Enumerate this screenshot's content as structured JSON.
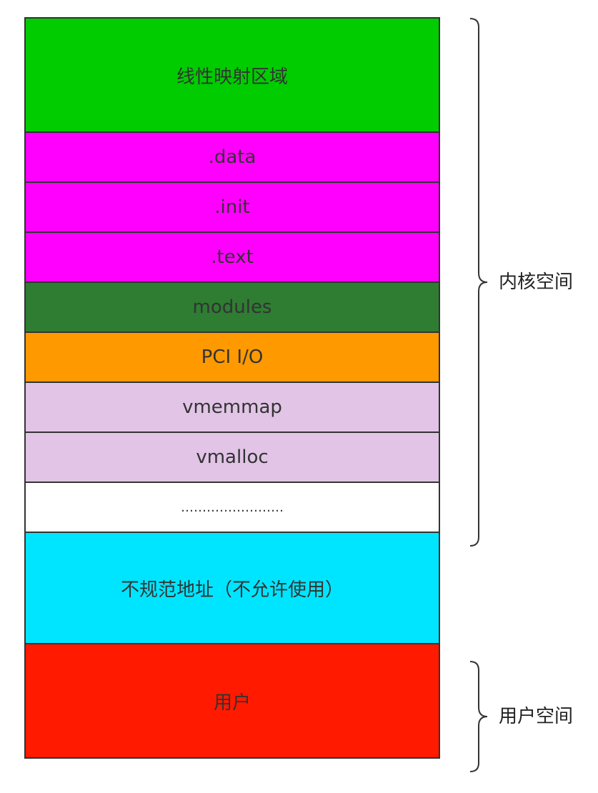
{
  "diagram": {
    "regions": [
      {
        "id": "linear-map",
        "label": "线性映射区域",
        "color": "#00CC00",
        "text_color": "#333333"
      },
      {
        "id": "data",
        "label": ".data",
        "color": "#FF00FF",
        "text_color": "#333333"
      },
      {
        "id": "init",
        "label": ".init",
        "color": "#FF00FF",
        "text_color": "#333333"
      },
      {
        "id": "text",
        "label": ".text",
        "color": "#FF00FF",
        "text_color": "#333333"
      },
      {
        "id": "modules",
        "label": "modules",
        "color": "#2E7D32",
        "text_color": "#333333"
      },
      {
        "id": "pci-io",
        "label": "PCI I/O",
        "color": "#FF9900",
        "text_color": "#333333"
      },
      {
        "id": "vmemmap",
        "label": "vmemmap",
        "color": "#E1C4E6",
        "text_color": "#333333"
      },
      {
        "id": "vmalloc",
        "label": "vmalloc",
        "color": "#E1C4E6",
        "text_color": "#333333"
      },
      {
        "id": "ellipsis",
        "label": "……………………",
        "color": "#FFFFFF",
        "text_color": "#333333"
      },
      {
        "id": "non-canonical",
        "label": "不规范地址（不允许使用）",
        "color": "#00E5FF",
        "text_color": "#333333"
      },
      {
        "id": "user",
        "label": "用户",
        "color": "#FF1A00",
        "text_color": "#333333"
      }
    ],
    "braces": [
      {
        "id": "kernel-space",
        "label": "内核空间"
      },
      {
        "id": "user-space",
        "label": "用户空间"
      }
    ]
  }
}
